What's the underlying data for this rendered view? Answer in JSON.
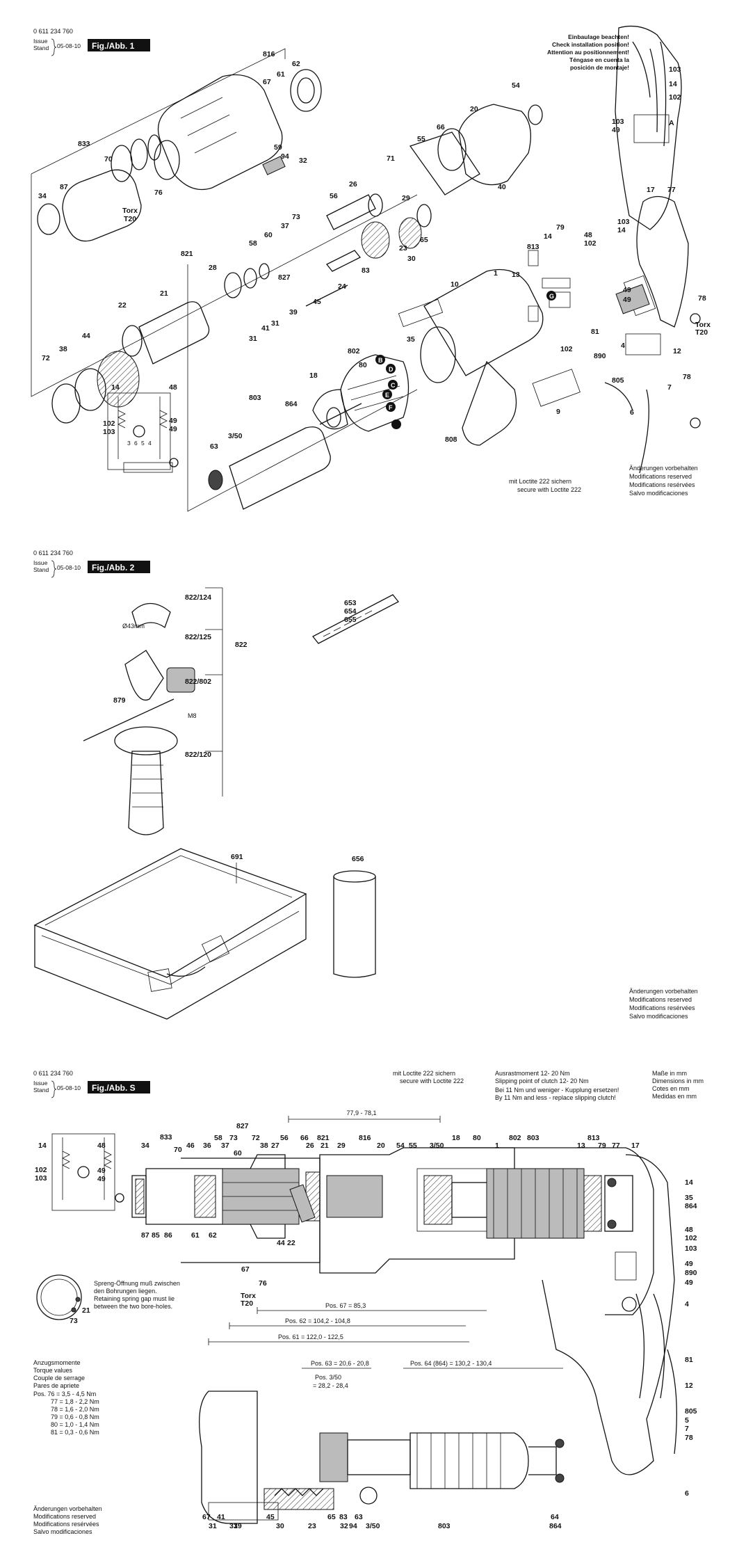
{
  "sections": [
    {
      "doc_number": "0 611 234 760",
      "issue_label": "Issue",
      "stand_label": "Stand",
      "date": "05-08-10",
      "fig_label": "Fig./Abb. 1",
      "install_note": [
        "Einbaulage beachten!",
        "Check installation position!",
        "Attention au positionnement!",
        "Téngase en cuenta la",
        "posición de montaje!"
      ],
      "loctite_note": [
        "mit Loctite 222 sichern",
        "secure with Loctite 222"
      ],
      "disclaimer": [
        "Änderungen vorbehalten",
        "Modifications reserved",
        "Modifications resérvées",
        "Salvo modificaciones"
      ]
    },
    {
      "doc_number": "0 611 234 760",
      "issue_label": "Issue",
      "stand_label": "Stand",
      "date": "05-08-10",
      "fig_label": "Fig./Abb. 2",
      "disclaimer": [
        "Änderungen vorbehalten",
        "Modifications reserved",
        "Modifications resérvées",
        "Salvo modificaciones"
      ]
    },
    {
      "doc_number": "0 611 234 760",
      "issue_label": "Issue",
      "stand_label": "Stand",
      "date": "05-08-10",
      "fig_label": "Fig./Abb. S",
      "loctite_note": [
        "mit Loctite 222 sichern",
        "secure with Loctite 222"
      ],
      "clutch_note": [
        "Ausrastmoment 12- 20 Nm",
        "Slipping point of clutch 12- 20 Nm",
        "Bei 11 Nm und weniger - Kupplung ersetzen!",
        "By 11 Nm and less - replace slipping clutch!"
      ],
      "dimension_note": [
        "Maße in mm",
        "Dimensions in mm",
        "Cotes en mm",
        "Medidas en mm"
      ],
      "spring_note": [
        "Spreng-Öffnung muß zwischen",
        "den Bohrungen liegen.",
        "Retaining spring gap must lie",
        "between the two bore-holes."
      ],
      "torque_title": [
        "Anzugsmomente",
        "Torque values",
        "Couple de serrage",
        "Pares de apriete"
      ],
      "torque_values": [
        "Pos. 76 = 3,5 - 4,5 Nm",
        "77 = 1,8 - 2,2 Nm",
        "78 = 1,6 - 2,0 Nm",
        "79 = 0,6 - 0,8 Nm",
        "80 = 1,0 - 1,4 Nm",
        "81 = 0,3 - 0,6 Nm"
      ],
      "dimensions": [
        "77,9 - 78,1",
        "Pos. 67 = 85,3",
        "Pos. 62 = 104,2 - 104,8",
        "Pos. 61 = 122,0 - 122,5",
        "Pos. 63 = 20,6 - 20,8",
        "Pos. 3/50",
        "= 28,2 - 28,4",
        "Pos. 64 (864) = 130,2 - 130,4"
      ],
      "disclaimer": [
        "Änderungen vorbehalten",
        "Modifications reserved",
        "Modifications resérvées",
        "Salvo modificaciones"
      ]
    }
  ],
  "fig1_labels": [
    "816",
    "61",
    "67",
    "62",
    "59",
    "94",
    "32",
    "833",
    "70",
    "87",
    "34",
    "76",
    "Torx",
    "T20",
    "54",
    "20",
    "55",
    "66",
    "71",
    "26",
    "29",
    "56",
    "40",
    "73",
    "37",
    "60",
    "58",
    "28",
    "821",
    "827",
    "83",
    "30",
    "23",
    "65",
    "24",
    "45",
    "39",
    "21",
    "41",
    "31",
    "31",
    "22",
    "44",
    "38",
    "72",
    "14",
    "48",
    "102",
    "103",
    "49",
    "49",
    "3",
    "6",
    "5",
    "4",
    "10",
    "1",
    "813",
    "13",
    "79",
    "14",
    "48",
    "102",
    "103",
    "14",
    "49",
    "49",
    "81",
    "890",
    "102",
    "35",
    "80",
    "802",
    "18",
    "803",
    "864",
    "63",
    "3/50",
    "808",
    "9",
    "4",
    "12",
    "805",
    "7",
    "78",
    "6",
    "17",
    "77",
    "78",
    "Torx",
    "T20",
    "48",
    "103",
    "14",
    "102",
    "103",
    "49",
    "A",
    "B",
    "C",
    "D",
    "E",
    "F",
    "G"
  ],
  "fig2_labels": [
    "822/124",
    "822/125",
    "822",
    "822/802",
    "879",
    "M8",
    "822/120",
    "Ø43mm",
    "653",
    "654",
    "655",
    "691",
    "656"
  ],
  "figS_labels": [
    "827",
    "14",
    "48",
    "49",
    "49",
    "102",
    "103",
    "34",
    "833",
    "70",
    "46",
    "36",
    "58",
    "37",
    "73",
    "60",
    "72",
    "38",
    "27",
    "56",
    "66",
    "26",
    "21",
    "821",
    "29",
    "816",
    "20",
    "54",
    "55",
    "3/50",
    "18",
    "80",
    "1",
    "802",
    "803",
    "813",
    "13",
    "79",
    "77",
    "17",
    "14",
    "35",
    "864",
    "48",
    "102",
    "103",
    "49",
    "890",
    "49",
    "4",
    "81",
    "12",
    "805",
    "5",
    "7",
    "78",
    "6",
    "87",
    "85",
    "86",
    "61",
    "62",
    "44",
    "22",
    "67",
    "76",
    "Torx",
    "T20",
    "21",
    "73",
    "67",
    "41",
    "31",
    "39",
    "45",
    "30",
    "23",
    "65",
    "83",
    "32",
    "94",
    "63",
    "3/50",
    "803",
    "64",
    "864",
    "31"
  ]
}
